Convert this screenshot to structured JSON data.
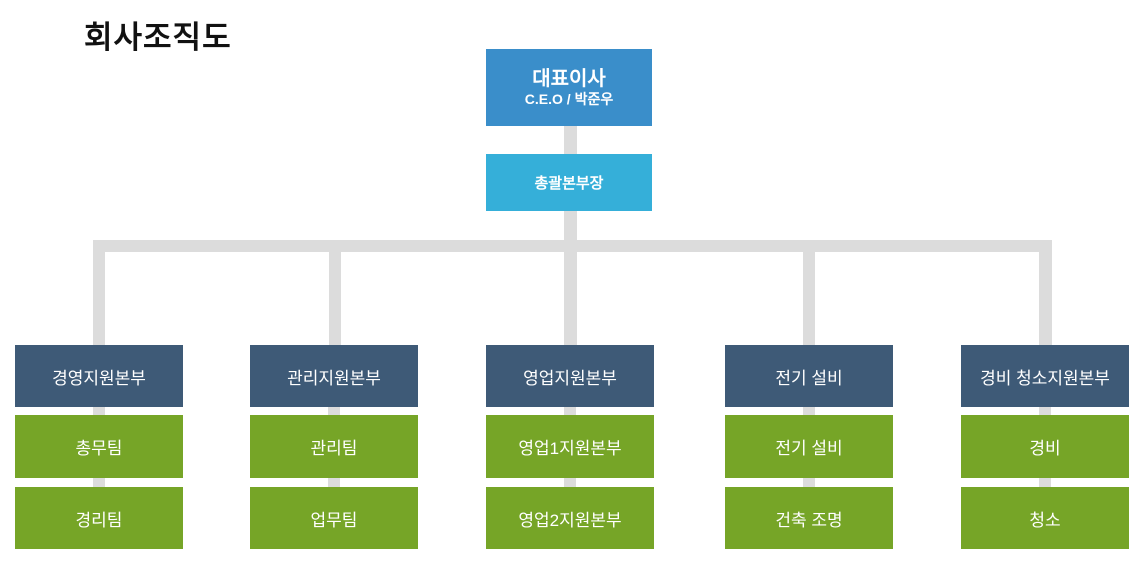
{
  "title": "회사조직도",
  "colors": {
    "ceo_box": "#3a8eca",
    "gm_box": "#35afd9",
    "dept_box": "#3e5a77",
    "team_box": "#76a527",
    "connector_line": "#dcdcdc",
    "box_text": "#ffffff",
    "title_text": "#111111"
  },
  "ceo": {
    "title": "대표이사",
    "subtitle": "C.E.O / 박준우"
  },
  "general_manager": {
    "title": "총괄본부장"
  },
  "columns": [
    {
      "head": "경영지원본부",
      "teams": [
        "총무팀",
        "경리팀"
      ]
    },
    {
      "head": "관리지원본부",
      "teams": [
        "관리팀",
        "업무팀"
      ]
    },
    {
      "head": "영업지원본부",
      "teams": [
        "영업1지원본부",
        "영업2지원본부"
      ]
    },
    {
      "head": "전기 설비",
      "teams": [
        "전기 설비",
        "건축 조명"
      ]
    },
    {
      "head": "경비 청소지원본부",
      "teams": [
        "경비",
        "청소"
      ]
    }
  ]
}
